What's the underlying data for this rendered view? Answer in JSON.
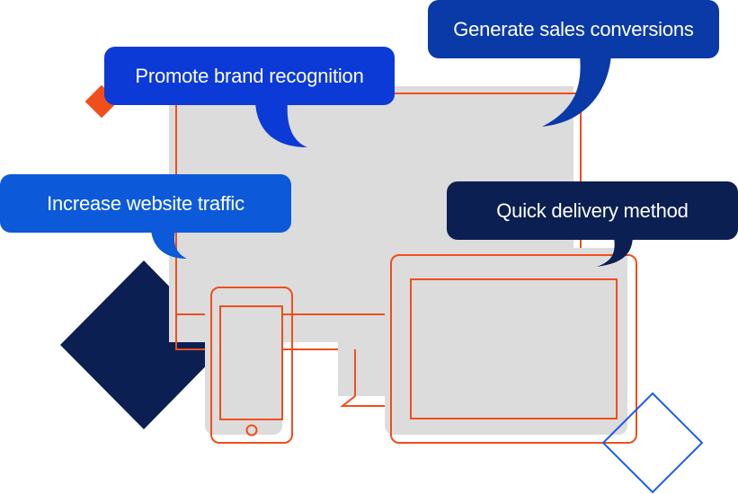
{
  "colors": {
    "orange": "#f04e1b",
    "screen_gray": "#dcdcdc",
    "navy": "#0c1f52",
    "navy_bubble": "#0c1f52",
    "blue_sales": "#0a3aa8",
    "blue_brand": "#0b3ad6",
    "blue_traffic": "#0c5ad9",
    "outline_blue": "#1a5cf0"
  },
  "callouts": {
    "sales": "Generate sales conversions",
    "brand": "Promote brand recognition",
    "traffic": "Increase website traffic",
    "delivery": "Quick delivery method"
  },
  "icons": {
    "desktop": "desktop-monitor-icon",
    "phone": "smartphone-icon",
    "tablet": "tablet-icon"
  }
}
